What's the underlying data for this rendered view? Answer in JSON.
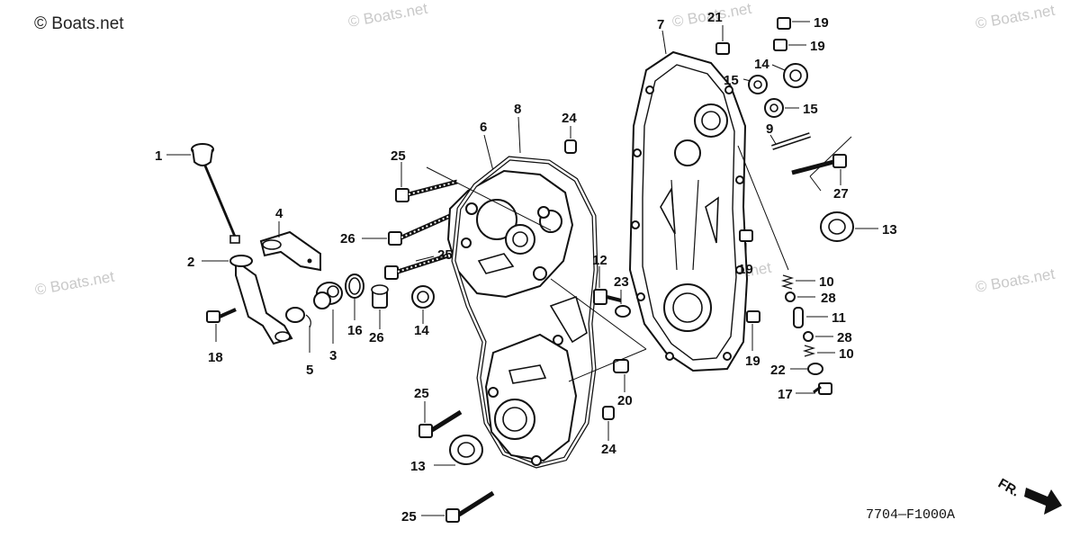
{
  "watermarks": {
    "top_left": "© Boats.net",
    "faint": "© Boats.net"
  },
  "diagram_code": "7704—F1000A",
  "direction_label": "FR.",
  "labels": {
    "l1": "1",
    "l2": "2",
    "l3": "3",
    "l4": "4",
    "l5": "5",
    "l6": "6",
    "l7": "7",
    "l8": "8",
    "l9": "9",
    "l10a": "10",
    "l10b": "10",
    "l11": "11",
    "l12": "12",
    "l13a": "13",
    "l13b": "13",
    "l14a": "14",
    "l14b": "14",
    "l15a": "15",
    "l15b": "15",
    "l16": "16",
    "l17": "17",
    "l18": "18",
    "l19a": "19",
    "l19b": "19",
    "l19c": "19",
    "l19d": "19",
    "l20": "20",
    "l21": "21",
    "l22": "22",
    "l23": "23",
    "l24a": "24",
    "l24b": "24",
    "l25a": "25",
    "l25b": "25",
    "l25c": "25",
    "l25d": "25",
    "l26a": "26",
    "l26b": "26",
    "l27": "27",
    "l28a": "28",
    "l28b": "28"
  }
}
